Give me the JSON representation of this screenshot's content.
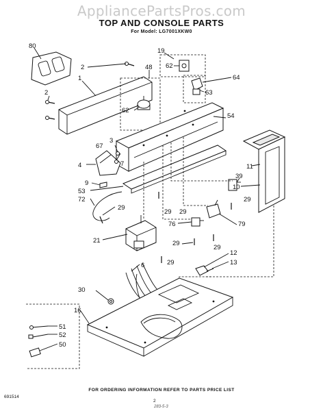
{
  "watermark": "AppliancePartsPros.com",
  "title": "TOP AND CONSOLE PARTS",
  "subtitle": "For Model: LG7001XKW0",
  "footer": "FOR ORDERING INFORMATION REFER TO PARTS PRICE LIST",
  "doc_number": "691514",
  "page_number": "2",
  "handwritten_note": "283-5-3",
  "callouts": [
    {
      "id": "c80",
      "text": "80"
    },
    {
      "id": "c2a",
      "text": "2"
    },
    {
      "id": "c1",
      "text": "1"
    },
    {
      "id": "c2b",
      "text": "2"
    },
    {
      "id": "c48",
      "text": "48"
    },
    {
      "id": "c19",
      "text": "19"
    },
    {
      "id": "c62a",
      "text": "62"
    },
    {
      "id": "c64",
      "text": "64"
    },
    {
      "id": "c63",
      "text": "63"
    },
    {
      "id": "c62b",
      "text": "62"
    },
    {
      "id": "c54",
      "text": "54"
    },
    {
      "id": "c3",
      "text": "3"
    },
    {
      "id": "c67",
      "text": "67"
    },
    {
      "id": "c7",
      "text": "7"
    },
    {
      "id": "c4",
      "text": "4"
    },
    {
      "id": "c9",
      "text": "9"
    },
    {
      "id": "c53",
      "text": "53"
    },
    {
      "id": "c72",
      "text": "72"
    },
    {
      "id": "c29a",
      "text": "29"
    },
    {
      "id": "c29b",
      "text": "29"
    },
    {
      "id": "c29c",
      "text": "29"
    },
    {
      "id": "c11",
      "text": "11"
    },
    {
      "id": "c39",
      "text": "39"
    },
    {
      "id": "c10",
      "text": "10"
    },
    {
      "id": "c29d",
      "text": "29"
    },
    {
      "id": "c76",
      "text": "76"
    },
    {
      "id": "c79",
      "text": "79"
    },
    {
      "id": "c21",
      "text": "21"
    },
    {
      "id": "c29e",
      "text": "29"
    },
    {
      "id": "c29f",
      "text": "29"
    },
    {
      "id": "c6",
      "text": "6"
    },
    {
      "id": "c29g",
      "text": "29"
    },
    {
      "id": "c12",
      "text": "12"
    },
    {
      "id": "c13",
      "text": "13"
    },
    {
      "id": "c30",
      "text": "30"
    },
    {
      "id": "c16",
      "text": "16"
    },
    {
      "id": "c51",
      "text": "51"
    },
    {
      "id": "c52",
      "text": "52"
    },
    {
      "id": "c50",
      "text": "50"
    }
  ]
}
